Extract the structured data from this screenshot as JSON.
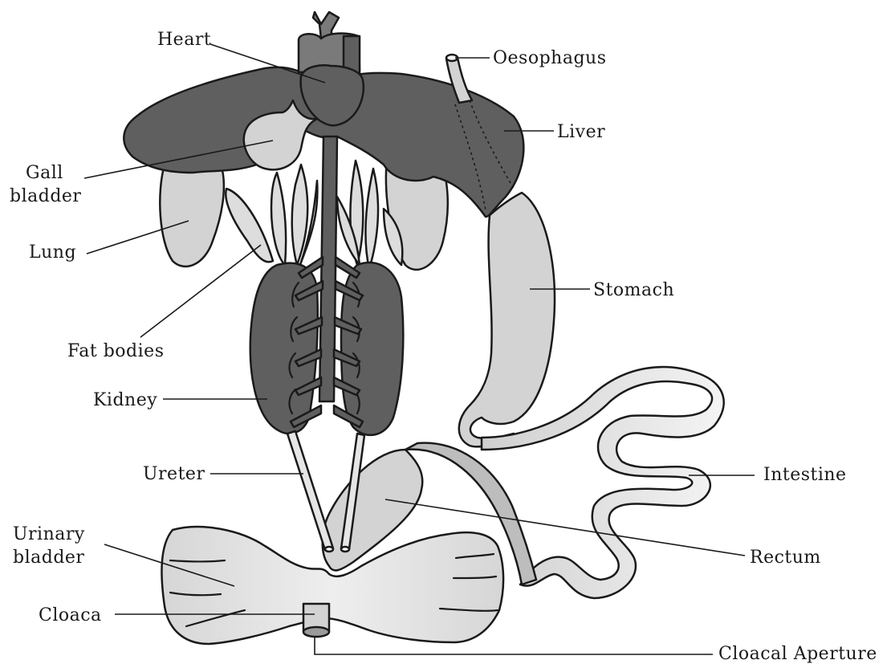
{
  "labels": {
    "heart": "Heart",
    "oesophagus": "Oesophagus",
    "liver": "Liver",
    "gall_bladder_line1": "Gall",
    "gall_bladder_line2": "bladder",
    "lung": "Lung",
    "stomach": "Stomach",
    "fat_bodies": "Fat bodies",
    "kidney": "Kidney",
    "ureter": "Ureter",
    "intestine": "Intestine",
    "urinary_bladder_line1": "Urinary",
    "urinary_bladder_line2": "bladder",
    "rectum": "Rectum",
    "cloaca": "Cloaca",
    "cloacal_aperture": "Cloacal Aperture"
  },
  "colors": {
    "dark_organ": "#5f5f5f",
    "light_organ": "#d3d3d3",
    "outline": "#1a1a1a"
  }
}
